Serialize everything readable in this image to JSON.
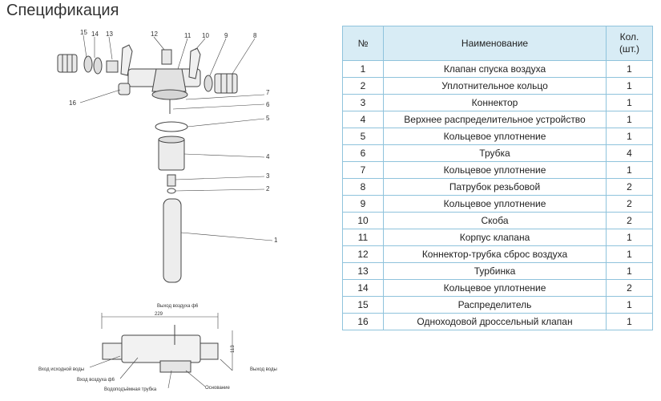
{
  "page_title": "Спецификация",
  "table": {
    "headers": {
      "num": "№",
      "name": "Наименование",
      "qty_line1": "Кол.",
      "qty_line2": "(шт.)"
    },
    "rows": [
      {
        "num": "1",
        "name": "Клапан спуска воздуха",
        "qty": "1"
      },
      {
        "num": "2",
        "name": "Уплотнительное кольцо",
        "qty": "1"
      },
      {
        "num": "3",
        "name": "Коннектор",
        "qty": "1"
      },
      {
        "num": "4",
        "name": "Верхнее распределительное устройство",
        "qty": "1"
      },
      {
        "num": "5",
        "name": "Кольцевое уплотнение",
        "qty": "1"
      },
      {
        "num": "6",
        "name": "Трубка",
        "qty": "4"
      },
      {
        "num": "7",
        "name": "Кольцевое уплотнение",
        "qty": "1"
      },
      {
        "num": "8",
        "name": "Патрубок резьбовой",
        "qty": "2"
      },
      {
        "num": "9",
        "name": "Кольцевое уплотнение",
        "qty": "2"
      },
      {
        "num": "10",
        "name": "Скоба",
        "qty": "2"
      },
      {
        "num": "11",
        "name": "Корпус клапана",
        "qty": "1"
      },
      {
        "num": "12",
        "name": "Коннектор-трубка сброс воздуха",
        "qty": "1"
      },
      {
        "num": "13",
        "name": "Турбинка",
        "qty": "1"
      },
      {
        "num": "14",
        "name": "Кольцевое уплотнение",
        "qty": "2"
      },
      {
        "num": "15",
        "name": "Распределитель",
        "qty": "1"
      },
      {
        "num": "16",
        "name": "Одноходовой дроссельный клапан",
        "qty": "1"
      }
    ]
  },
  "drawing": {
    "callouts": [
      "1",
      "2",
      "3",
      "4",
      "5",
      "6",
      "7",
      "8",
      "9",
      "10",
      "11",
      "12",
      "13",
      "14",
      "15",
      "16"
    ],
    "dimension_width": "229",
    "dimension_height": "113",
    "labels": {
      "air_outlet_top": "Выход воздуха ф6",
      "water_inlet": "Вход исходной воды",
      "air_inlet": "Вход воздуха ф6",
      "water_outlet": "Выход воды",
      "lift_tube": "Водоподъёмная трубка",
      "base": "Основание"
    }
  }
}
